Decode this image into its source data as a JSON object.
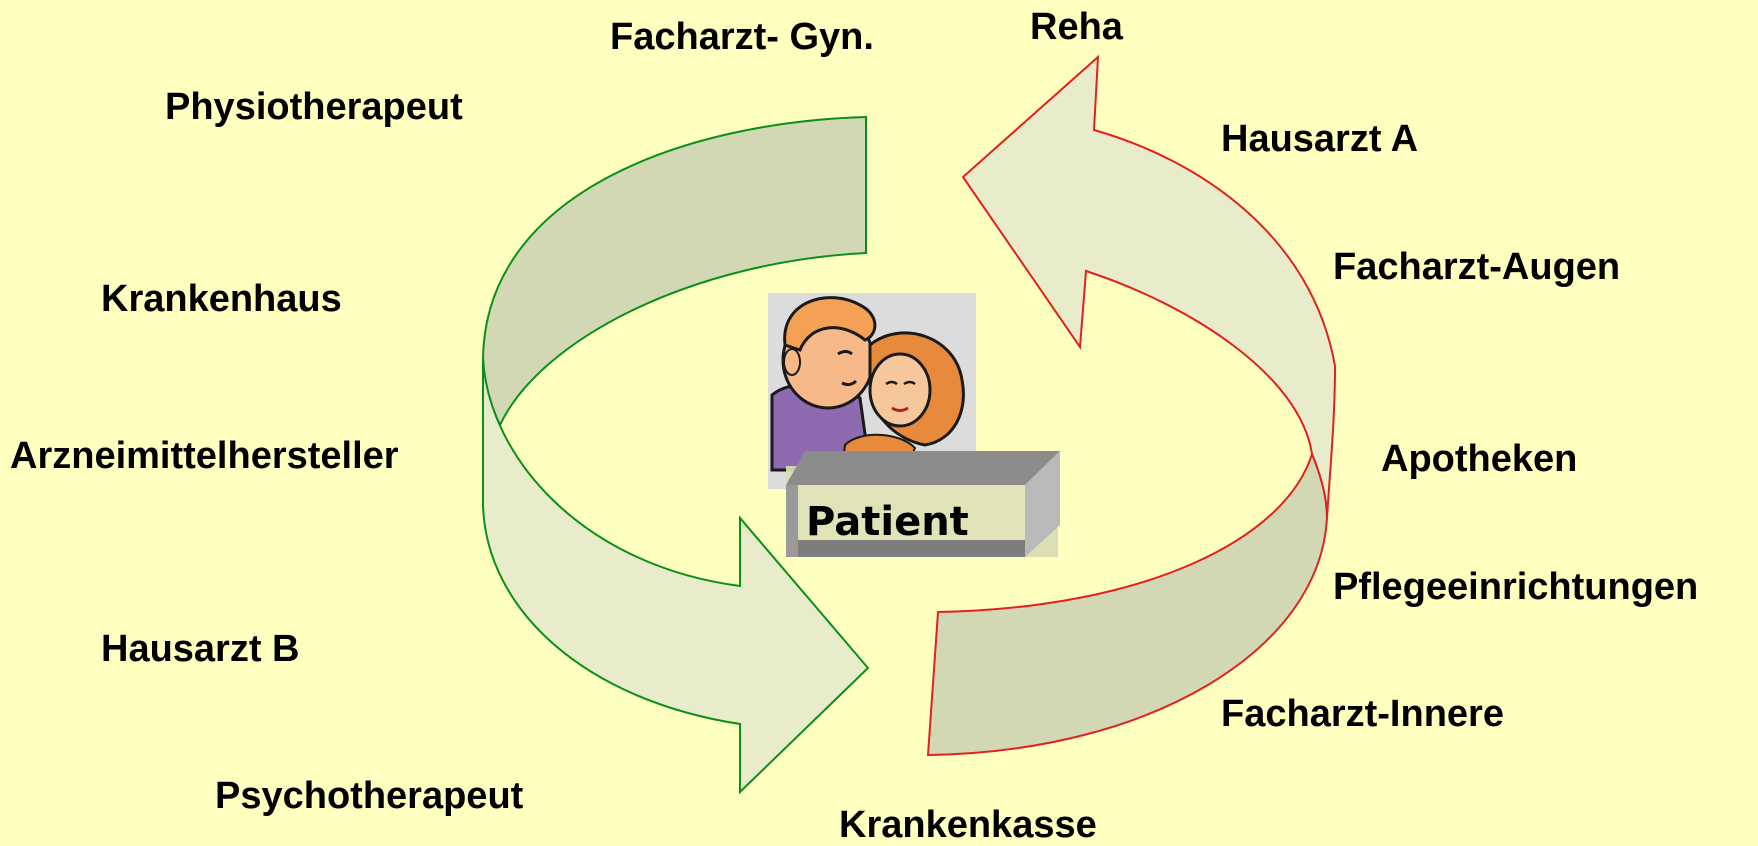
{
  "labels": {
    "facharzt_gyn": "Facharzt- Gyn.",
    "reha": "Reha",
    "physiotherapeut": "Physiotherapeut",
    "hausarzt_a": "Hausarzt A",
    "krankenhaus": "Krankenhaus",
    "facharzt_augen": "Facharzt-Augen",
    "arzneimittelhersteller": "Arzneimittelhersteller",
    "apotheken": "Apotheken",
    "pflegeeinrichtungen": "Pflegeeinrichtungen",
    "hausarzt_b": "Hausarzt B",
    "facharzt_innere": "Facharzt-Innere",
    "psychotherapeut": "Psychotherapeut",
    "krankenkasse": "Krankenkasse"
  },
  "center": {
    "patient_label": "Patient"
  },
  "colors": {
    "background": "#FFFFC0",
    "left_arrow_stroke": "#0A8F1A",
    "right_arrow_stroke": "#E32020",
    "arrow_fill_dark": "#D4D9B2",
    "arrow_fill_light": "#E9EDCC"
  }
}
